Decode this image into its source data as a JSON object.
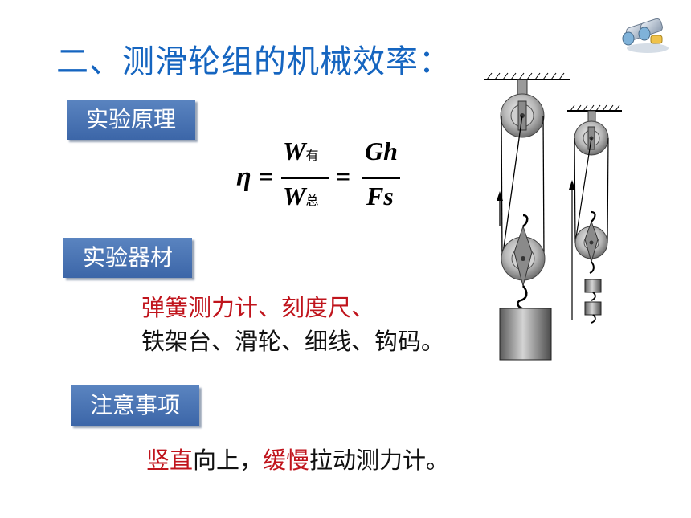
{
  "title": "二、测滑轮组的机械效率：",
  "sections": {
    "principle": {
      "label": "实验原理"
    },
    "equipment": {
      "label": "实验器材"
    },
    "notes": {
      "label": "注意事项"
    }
  },
  "formula": {
    "eta": "η",
    "eq": "=",
    "num1_main": "W",
    "num1_sub": "有",
    "den1_main": "W",
    "den1_sub": "总",
    "num2": "Gh",
    "den2": "Fs"
  },
  "equipment": {
    "line1": "弹簧测力计、刻度尺、",
    "line2": "铁架台、滑轮、细线、钩码。"
  },
  "notes": {
    "part1": "竖直",
    "part2": "向上，",
    "part3": "缓慢",
    "part4": "拉动测力计。"
  },
  "colors": {
    "title": "#1565c0",
    "label_box": "#4a74b4",
    "highlight": "#c0141c"
  },
  "icons": [
    "binoculars-icon",
    "pulley-diagram"
  ]
}
